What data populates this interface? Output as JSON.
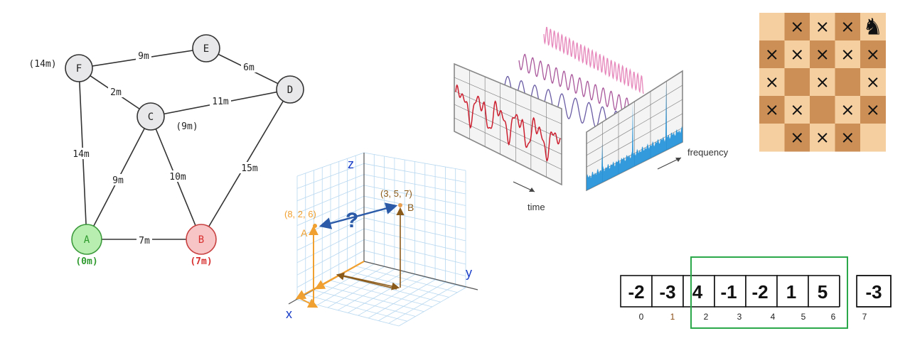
{
  "graph": {
    "nodes": [
      {
        "id": "F",
        "label": "F",
        "dist": "(14m)",
        "state": "normal"
      },
      {
        "id": "E",
        "label": "E",
        "dist": "",
        "state": "normal"
      },
      {
        "id": "D",
        "label": "D",
        "dist": "",
        "state": "normal"
      },
      {
        "id": "C",
        "label": "C",
        "dist": "(9m)",
        "state": "normal"
      },
      {
        "id": "A",
        "label": "A",
        "dist": "(0m)",
        "state": "start"
      },
      {
        "id": "B",
        "label": "B",
        "dist": "(7m)",
        "state": "end"
      }
    ],
    "edges": [
      {
        "from": "F",
        "to": "E",
        "label": "9m"
      },
      {
        "from": "E",
        "to": "D",
        "label": "6m"
      },
      {
        "from": "F",
        "to": "C",
        "label": "2m"
      },
      {
        "from": "C",
        "to": "D",
        "label": "11m"
      },
      {
        "from": "F",
        "to": "A",
        "label": "14m"
      },
      {
        "from": "C",
        "to": "A",
        "label": "9m"
      },
      {
        "from": "C",
        "to": "B",
        "label": "10m"
      },
      {
        "from": "D",
        "to": "B",
        "label": "15m"
      },
      {
        "from": "A",
        "to": "B",
        "label": "7m"
      }
    ],
    "colors": {
      "node": "#e8e8ea",
      "start": "#b8efb0",
      "start_text": "#2e9a2e",
      "end": "#f7c5c5",
      "end_text": "#d83030"
    }
  },
  "coords3d": {
    "axes": {
      "x": "x",
      "y": "y",
      "z": "z"
    },
    "point_a": {
      "coords": "(8, 2, 6)",
      "label": "A",
      "color": "#f0a030"
    },
    "point_b": {
      "coords": "(3, 5, 7)",
      "label": "B",
      "color": "#8a5a1a"
    },
    "question": "?",
    "colors": {
      "axis_label": "#1a3ec8",
      "arrow": "#2a5aa8",
      "grid": "#b8d8f0"
    }
  },
  "fourier": {
    "time_label": "time",
    "freq_label": "frequency",
    "colors": {
      "signal": "#cc2030",
      "spectrum": "#1e90d8",
      "wave1": "#5a4a9a",
      "wave2": "#9a3a8a",
      "wave3": "#e06aaa"
    }
  },
  "chess": {
    "rows": [
      [
        "",
        "x",
        "x",
        "x",
        "knight"
      ],
      [
        "x",
        "x",
        "x",
        "x",
        "x"
      ],
      [
        "x",
        "",
        "x",
        "",
        "x"
      ],
      [
        "x",
        "x",
        "",
        "x",
        "x"
      ],
      [
        "",
        "x",
        "x",
        "x",
        ""
      ]
    ],
    "mark": "×",
    "knight": "♞",
    "colors": {
      "light": "#f5cfa0",
      "dark": "#cc8f55"
    }
  },
  "array": {
    "values": [
      "-2",
      "-3",
      "4",
      "-1",
      "-2",
      "1",
      "5",
      "-3"
    ],
    "indices": [
      "0",
      "1",
      "2",
      "3",
      "4",
      "5",
      "6",
      "7"
    ],
    "highlight": {
      "from": 2,
      "to": 6,
      "color": "#2aa84a"
    }
  }
}
